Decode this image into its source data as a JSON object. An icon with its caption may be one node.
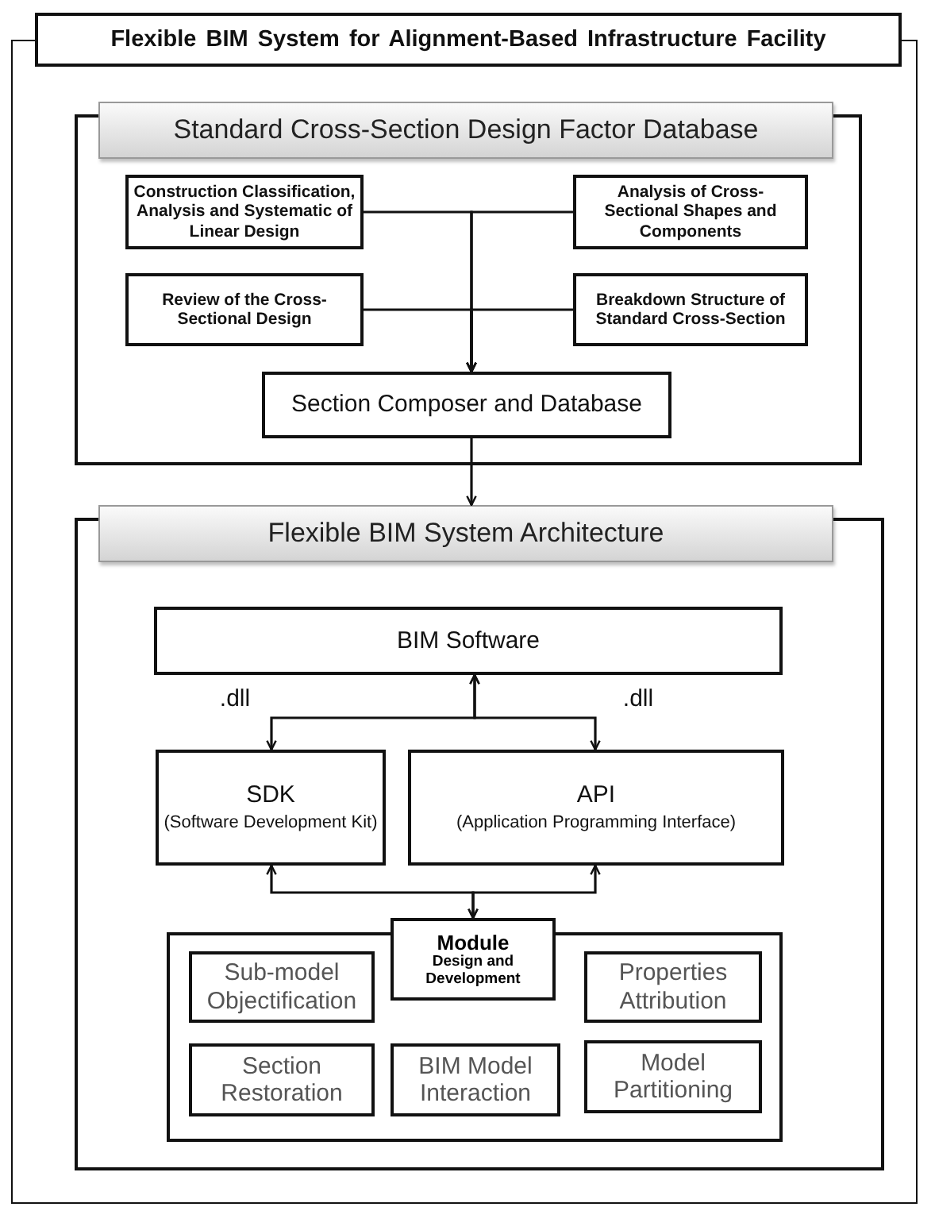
{
  "diagram": {
    "nodes": [
      {
        "text": [
          "Flexible BIM System for Alignment-Based Infrastructure Facility"
        ]
      },
      {
        "text": [
          "Standard Cross-Section Design Factor Database"
        ],
        "in": 0
      },
      {
        "text": [
          "Construction Classification, Analysis and Systematic of Linear Design"
        ],
        "in": 1
      },
      {
        "text": [
          "Analysis of Cross-Sectional Shapes and Components"
        ],
        "in": 1
      },
      {
        "text": [
          "Review of the Cross-Sectional Design"
        ],
        "in": 1
      },
      {
        "text": [
          "Breakdown Structure of Standard Cross-Section"
        ],
        "in": 1
      },
      {
        "text": [
          "Section Composer and Database"
        ],
        "in": 1
      },
      {
        "text": [
          "Flexible BIM System Architecture"
        ],
        "in": 0
      },
      {
        "text": [
          "BIM Software"
        ],
        "in": 7
      },
      {
        "text": [
          "SDK",
          "(Software Development Kit)"
        ],
        "in": 7
      },
      {
        "text": [
          "API",
          "(Application Programming Interface)"
        ],
        "in": 7
      },
      {
        "text": [
          "Module",
          "Design and Development"
        ],
        "in": 7
      },
      {
        "text": [],
        "shape": "box",
        "in": 7
      },
      {
        "text": [
          "Sub-model Objectification"
        ],
        "in": 12
      },
      {
        "text": [
          "Properties Attribution"
        ],
        "in": 12
      },
      {
        "text": [
          "Section Restoration"
        ],
        "in": 12
      },
      {
        "text": [
          "BIM Model Interaction"
        ],
        "in": 12
      },
      {
        "text": [
          "Model Partitioning"
        ],
        "in": 12
      }
    ],
    "edges": [
      {
        "from": 2,
        "to": 6,
        "arrow": "to"
      },
      {
        "from": 3,
        "to": 6,
        "arrow": "to"
      },
      {
        "from": 4,
        "to": 6,
        "arrow": "to"
      },
      {
        "from": 5,
        "to": 6,
        "arrow": "to"
      },
      {
        "from": 6,
        "to": 7,
        "arrow": "to"
      },
      {
        "from": 8,
        "to": 9,
        "arrow": "both",
        "label": ".dll"
      },
      {
        "from": 8,
        "to": 10,
        "arrow": "both",
        "label": ".dll"
      },
      {
        "from": 9,
        "to": 11,
        "arrow": "both"
      },
      {
        "from": 10,
        "to": 11,
        "arrow": "both"
      }
    ]
  }
}
